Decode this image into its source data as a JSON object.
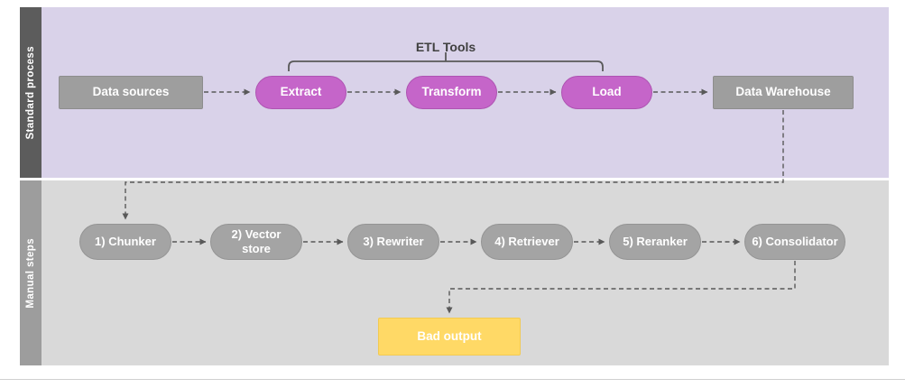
{
  "lanes": [
    {
      "label": "Standard process"
    },
    {
      "label": "Manual steps"
    }
  ],
  "standard_process": {
    "bracket_label": "ETL Tools",
    "nodes": [
      {
        "label": "Data sources",
        "shape": "rectangle",
        "color": "#9e9e9e"
      },
      {
        "label": "Extract",
        "shape": "pill",
        "color": "#c565c9"
      },
      {
        "label": "Transform",
        "shape": "pill",
        "color": "#c565c9"
      },
      {
        "label": "Load",
        "shape": "pill",
        "color": "#c565c9"
      },
      {
        "label": "Data Warehouse",
        "shape": "rectangle",
        "color": "#9e9e9e"
      }
    ]
  },
  "manual_steps": {
    "nodes": [
      {
        "label": "1) Chunker"
      },
      {
        "label": "2) Vector store"
      },
      {
        "label": "3) Rewriter"
      },
      {
        "label": "4) Retriever"
      },
      {
        "label": "5) Reranker"
      },
      {
        "label": "6) Consolidator"
      }
    ],
    "output": {
      "label": "Bad output",
      "color": "#ffd966"
    }
  },
  "colors": {
    "standard_lane_bg": "#d9d2e9",
    "manual_lane_bg": "#d9d9d9",
    "standard_sidebar": "#5c5c5c",
    "manual_sidebar": "#9d9d9d",
    "connector": "#595959"
  }
}
